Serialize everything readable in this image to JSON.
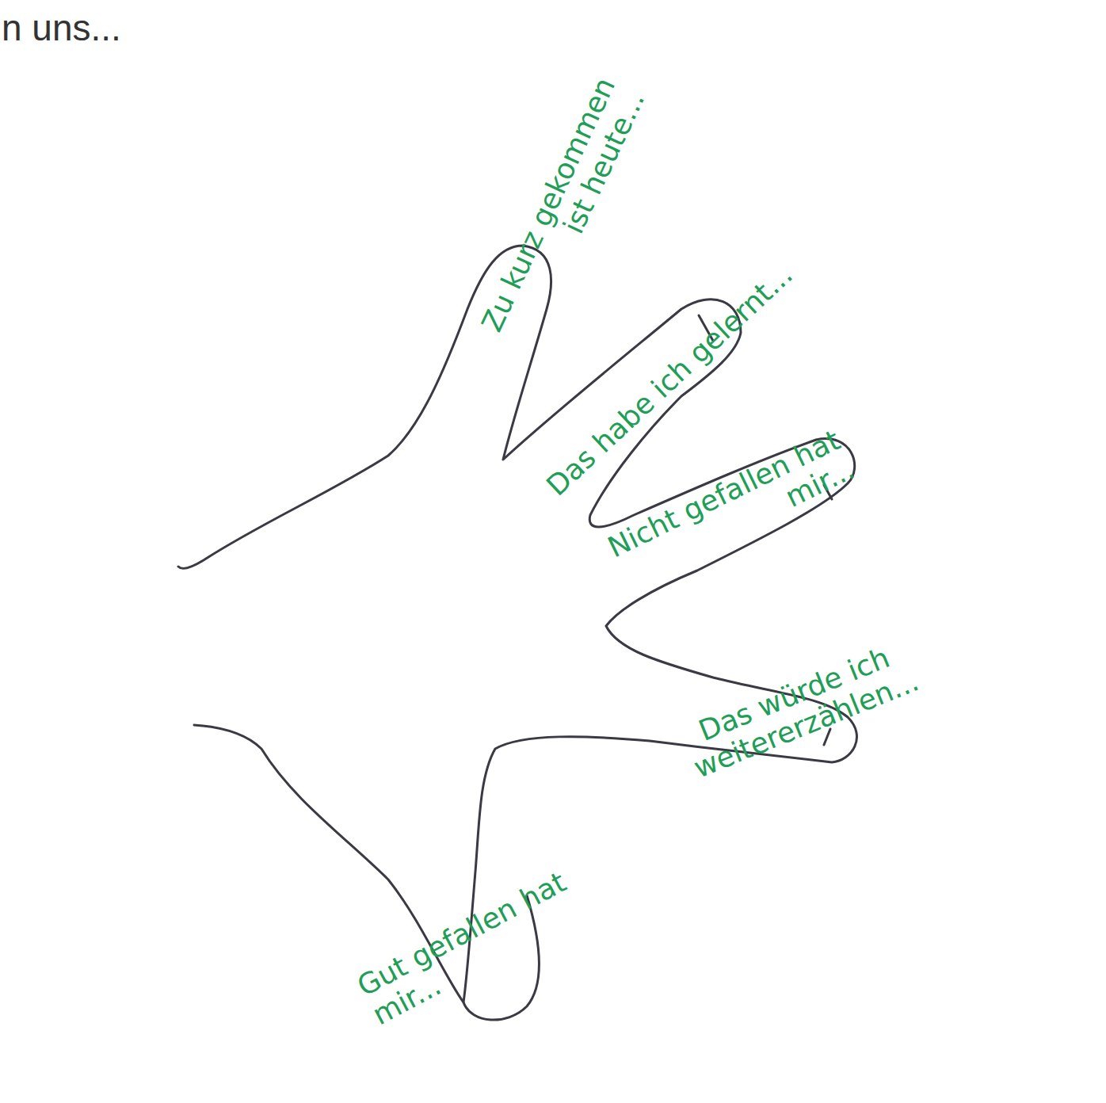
{
  "diagram": {
    "labels": [
      "n uns...",
      "Zu kurz gekommen ist heute...",
      "Das habe ich gelernt...",
      "Nicht gefallen hat mir...",
      "Das würde ich weitererzählen...",
      "Gut gefallen hat mir..."
    ]
  }
}
